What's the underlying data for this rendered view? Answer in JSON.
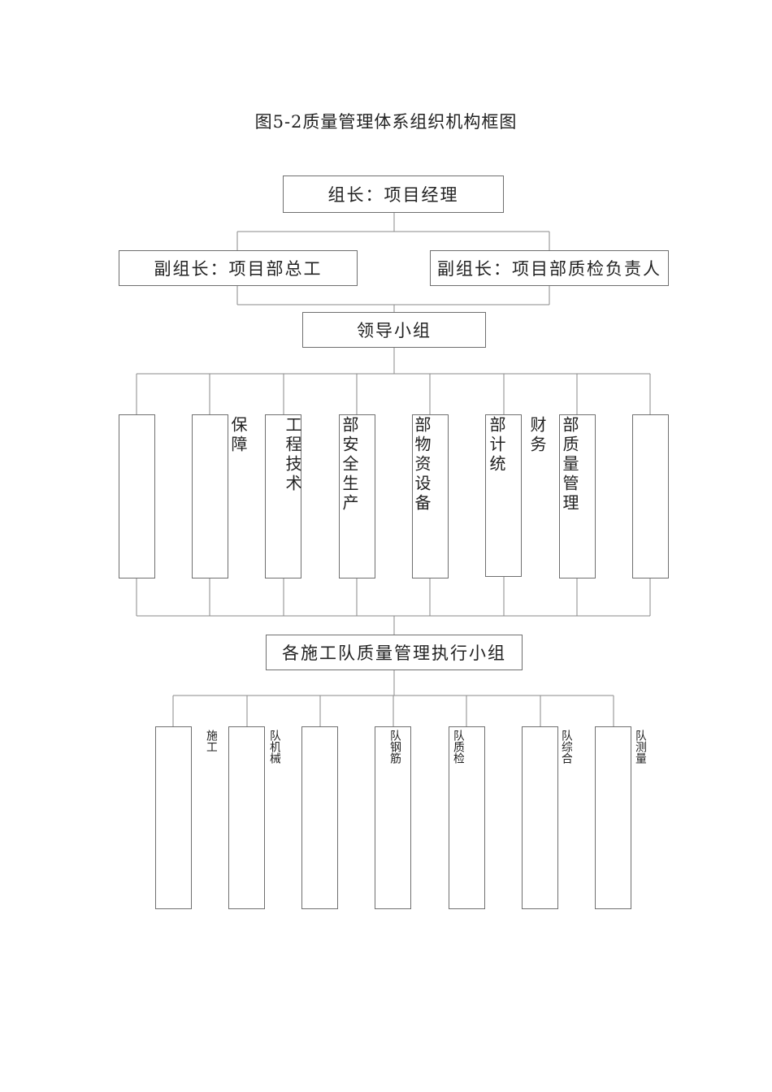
{
  "title": "图5-2质量管理体系组织机构框图",
  "leader": "组长：项目经理",
  "deputy_left": "副组长：项目部总工",
  "deputy_right": "副组长：项目部质检负责人",
  "leading_group": "领导小组",
  "departments": [
    "保障",
    "工程技术",
    "部安全生产",
    "部物资设备",
    "部计统",
    "财务",
    "部质量管理",
    ""
  ],
  "exec_group": "各施工队质量管理执行小组",
  "teams": [
    "施工",
    "队机械",
    "",
    "队钢筋",
    "",
    "队质检",
    "队综合",
    "队测量"
  ]
}
